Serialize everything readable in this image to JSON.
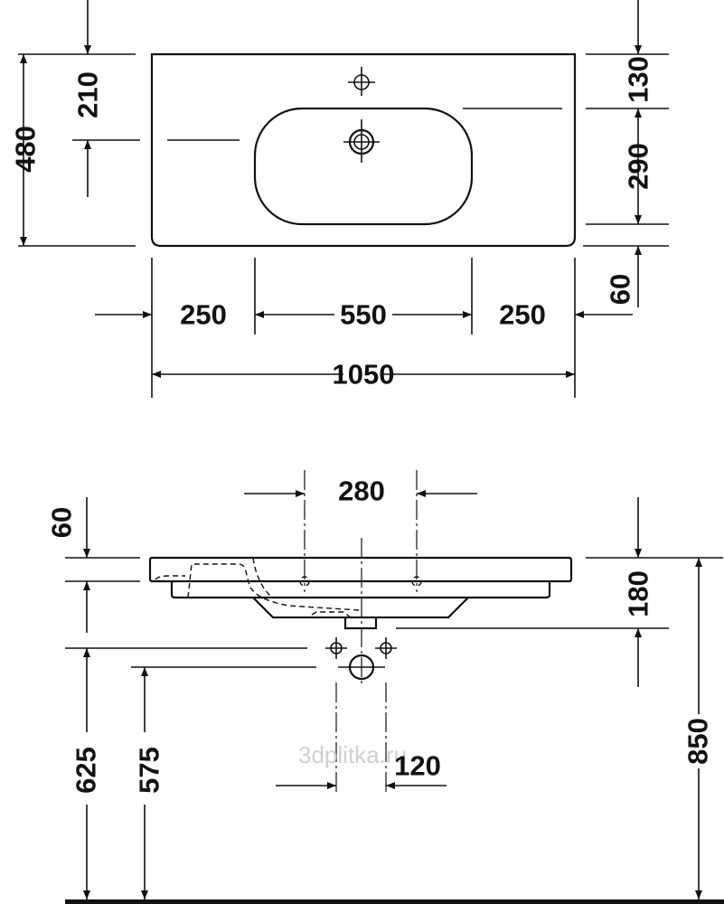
{
  "top_view": {
    "dims": {
      "faucet_offset": "210",
      "depth": "480",
      "rear_margin": "130",
      "bowl_depth": "290",
      "front_offset": "60",
      "left_deck": "250",
      "bowl_width": "550",
      "right_deck": "250",
      "total_width": "1050"
    }
  },
  "side_view": {
    "dims": {
      "hole_spacing": "280",
      "rim_thickness": "60",
      "basin_height": "180",
      "total_height": "850",
      "supply_height": "625",
      "drain_height": "575",
      "supply_spacing": "120"
    }
  },
  "watermark": "3dplitka.ru"
}
